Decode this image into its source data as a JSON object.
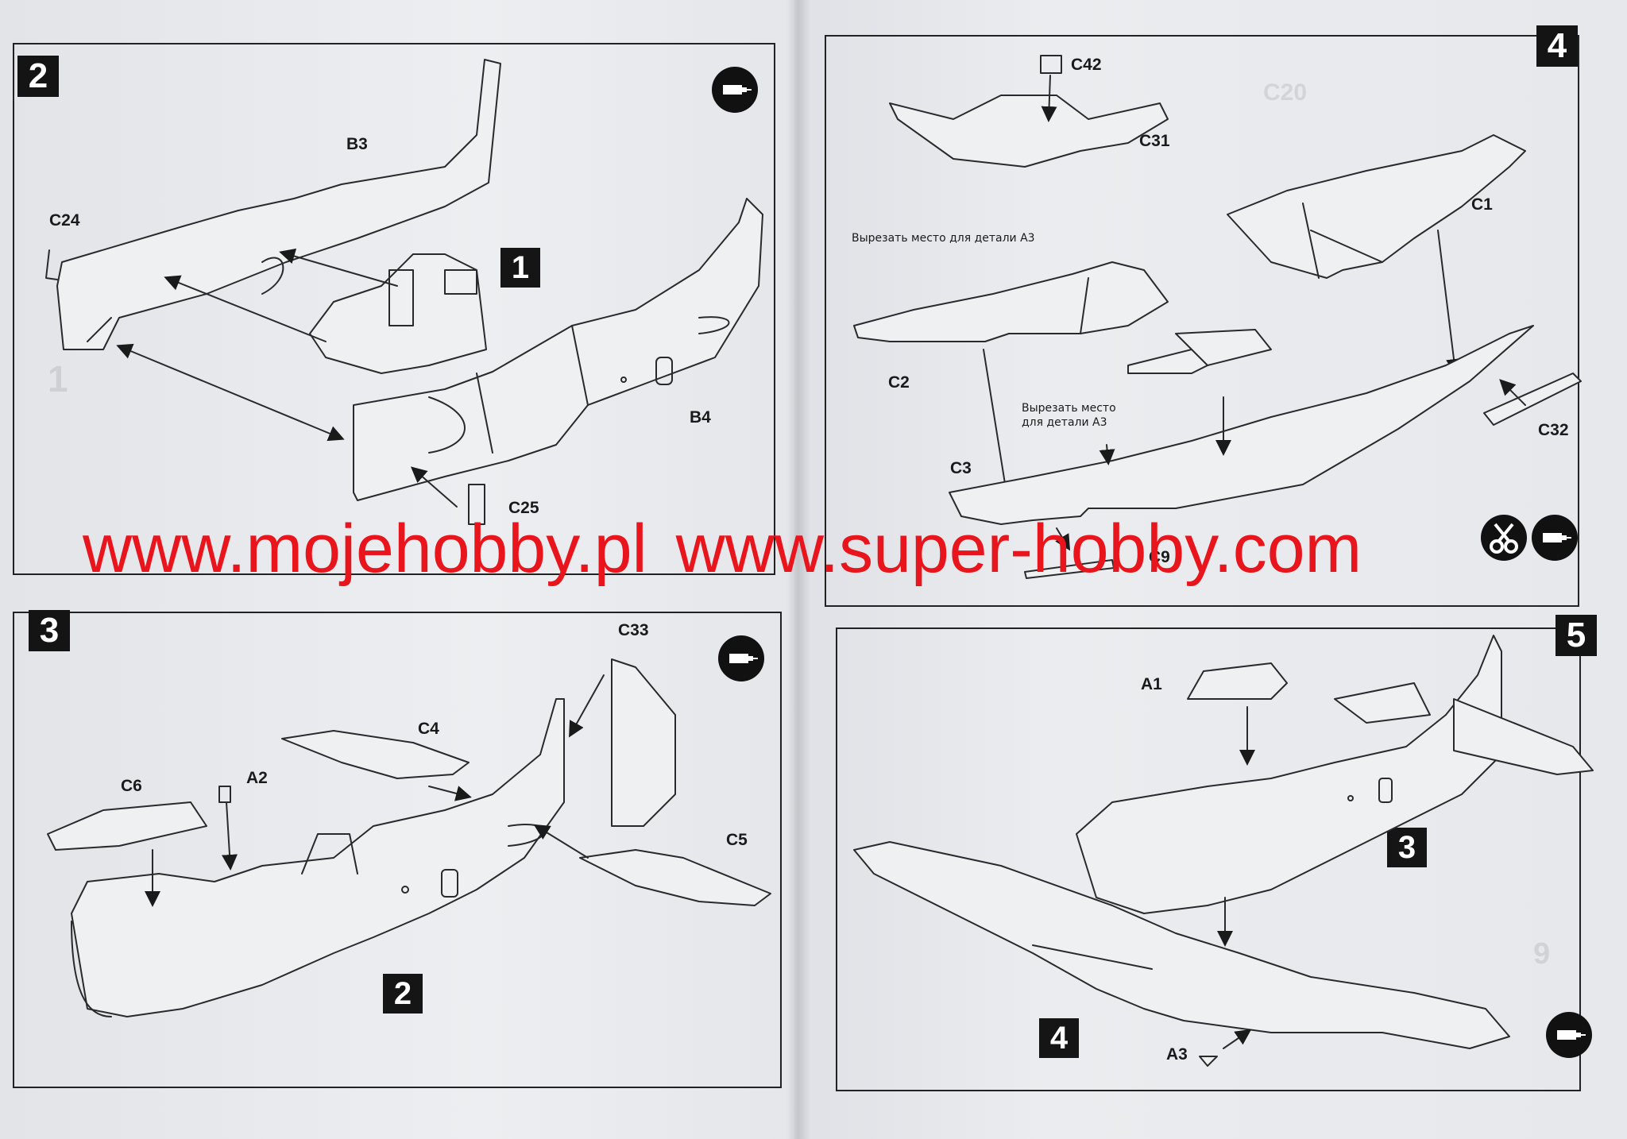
{
  "steps": {
    "s2": {
      "number": "2",
      "labels": {
        "b3": "B3",
        "c24": "C24",
        "b4": "B4",
        "c25": "C25"
      },
      "ref": "1"
    },
    "s4": {
      "number": "4",
      "labels": {
        "c42": "C42",
        "c31": "C31",
        "c1": "C1",
        "c2": "C2",
        "c3": "C3",
        "c32": "C32",
        "c9": "C9"
      },
      "note_cut_1": "Вырезать место для детали A3",
      "note_cut_2_line1": "Вырезать место",
      "note_cut_2_line2": "для детали A3"
    },
    "s3": {
      "number": "3",
      "labels": {
        "c33": "C33",
        "c4": "C4",
        "c6": "C6",
        "a2": "A2",
        "c5": "C5"
      },
      "ref": "2"
    },
    "s5": {
      "number": "5",
      "labels": {
        "a1": "A1",
        "a3": "A3"
      },
      "ref_3": "3",
      "ref_4": "4"
    }
  },
  "watermark": {
    "left": "www.mojehobby.pl",
    "right": "www.super-hobby.com",
    "color": "#e8151c"
  },
  "icons": {
    "glue": "glue-tube-icon",
    "cut": "cut-icon"
  }
}
